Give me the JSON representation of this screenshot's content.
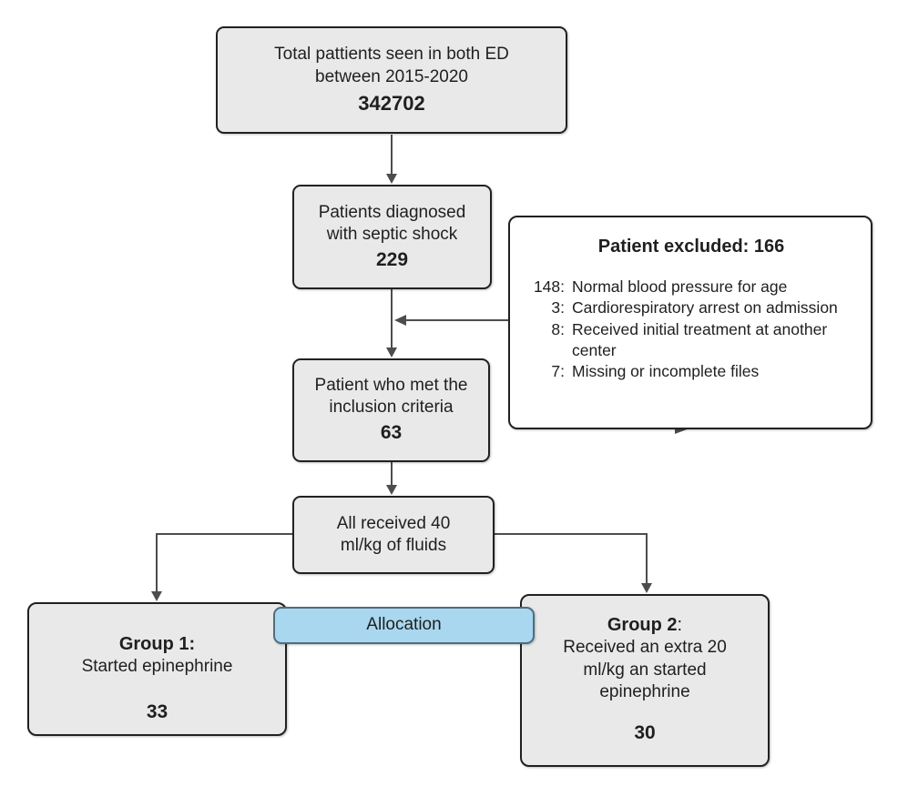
{
  "diagram": {
    "type": "patient-flow-chart",
    "nodes": {
      "total": {
        "line1": "Total pattients seen in both ED",
        "line2": "between 2015-2020",
        "value": "342702"
      },
      "diagnosed": {
        "line1": "Patients diagnosed",
        "line2": "with septic shock",
        "value": "229"
      },
      "excluded": {
        "title": "Patient excluded: 166",
        "items": [
          {
            "num": "148:",
            "text": "Normal blood pressure for age"
          },
          {
            "num": "3:",
            "text": "Cardiorespiratory arrest on admission"
          },
          {
            "num": "8:",
            "text": "Received initial treatment at another center"
          },
          {
            "num": "7:",
            "text": "Missing or incomplete files"
          }
        ]
      },
      "inclusion": {
        "line1": "Patient who met the",
        "line2": "inclusion criteria",
        "value": "63"
      },
      "fluids": {
        "line1": "All received 40",
        "line2": "ml/kg of fluids"
      },
      "allocation": {
        "label": "Allocation"
      },
      "group1": {
        "title": "Group 1:",
        "desc": "Started epinephrine",
        "value": "33"
      },
      "group2": {
        "title": "Group 2",
        "colon": ":",
        "desc": "Received an extra 20 ml/kg an started epinephrine",
        "value": "30"
      }
    },
    "colors": {
      "node_fill": "#e9e9e9",
      "node_border": "#212121",
      "exclusion_fill": "#ffffff",
      "allocation_fill": "#a9d7ef",
      "allocation_border": "#4e6e80",
      "arrow": "#4d4d4d",
      "text": "#1f1f1f"
    }
  }
}
